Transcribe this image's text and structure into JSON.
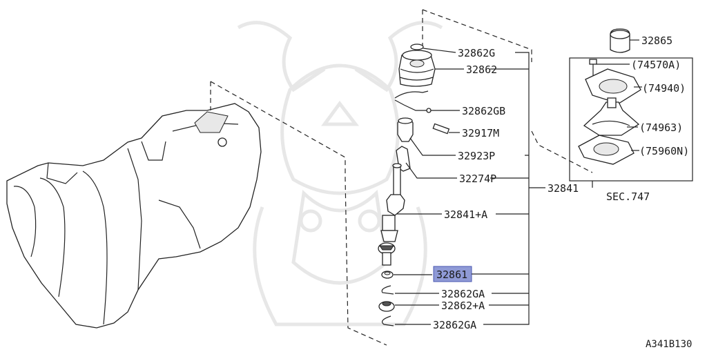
{
  "parts": {
    "p32865": "32865",
    "p74570a": "(74570A)",
    "p74940": "(74940)",
    "p74963": "(74963)",
    "p75960n": "(75960N)",
    "sec747": "SEC.747",
    "p32862g": "32862G",
    "p32862": "32862",
    "p32862gb": "32862GB",
    "p32917m": "32917M",
    "p32923p": "32923P",
    "p32274p": "32274P",
    "p32841": "32841",
    "p32841a": "32841+A",
    "p32861": "32861",
    "p32862ga1": "32862GA",
    "p32862a": "32862+A",
    "p32862ga2": "32862GA"
  },
  "diagram_code": "A341B130",
  "colors": {
    "highlight": "#8f9ad6",
    "highlight_border": "#4a57b0"
  }
}
